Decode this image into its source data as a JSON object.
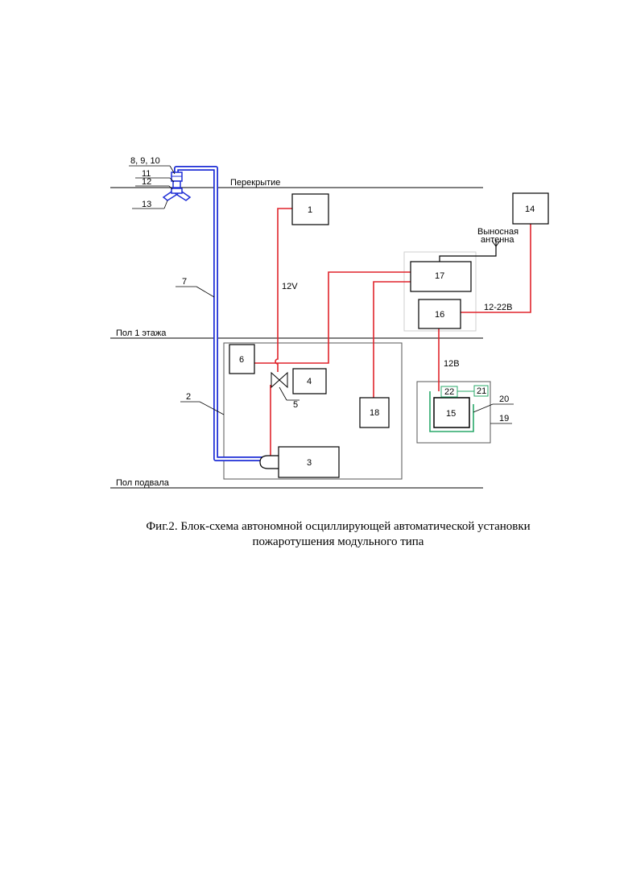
{
  "caption": {
    "line1": "Фиг.2. Блок-схема автономной осциллирующей автоматической установки",
    "line2": "пожаротушения модульного типа"
  },
  "levels": {
    "ceiling": "Перекрытие",
    "floor1": "Пол 1 этажа",
    "basement": "Пол подвала"
  },
  "blocks": {
    "b1": "1",
    "b3": "3",
    "b4": "4",
    "b6": "6",
    "b14": "14",
    "b15": "15",
    "b16": "16",
    "b17": "17",
    "b18": "18",
    "b21": "21",
    "b22": "22"
  },
  "callouts": {
    "c8910": "8, 9, 10",
    "c11": "11",
    "c12": "12",
    "c13": "13",
    "c7": "7",
    "c2": "2",
    "c5": "5",
    "c20": "20",
    "c19": "19"
  },
  "wire_labels": {
    "v12": "12V",
    "v12_22": "12-22В",
    "v12b": "12В",
    "antenna_line1": "Выносная",
    "antenna_line2": "антенна"
  },
  "colors": {
    "wire": "#e0242b",
    "pipe": "#1f2fd6",
    "frame": "#555555",
    "green": "#2aa86a",
    "line": "#000000"
  }
}
